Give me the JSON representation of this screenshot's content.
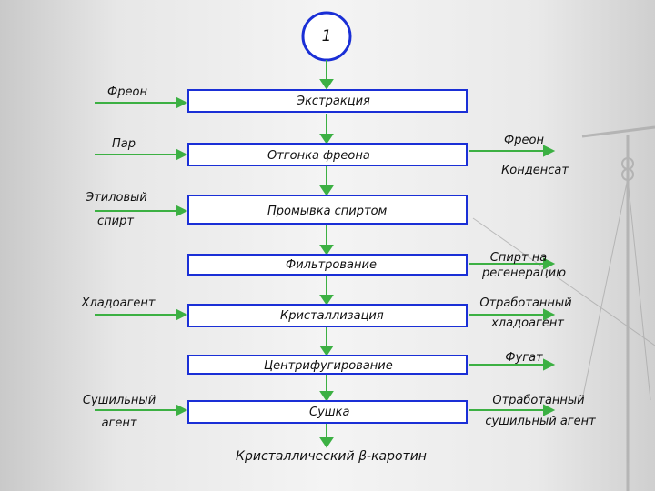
{
  "step_number": "1",
  "process_steps": [
    "Экстракция",
    "Отгонка фреона",
    "Промывка спиртом",
    "Фильтрование",
    "Кристаллизация",
    "Центрифугирование",
    "Сушка"
  ],
  "inputs": {
    "freon": "Фреон",
    "steam": "Пар",
    "ethyl_line1": "Этиловый",
    "ethyl_line2": "спирт",
    "coolant": "Хладоагент",
    "drying_line1": "Сушильный",
    "drying_line2": "агент"
  },
  "outputs": {
    "freon": "Фреон",
    "condensate": "Конденсат",
    "spirit_line1": "Спирт на",
    "spirit_line2": "регенерацию",
    "spent_coolant_line1": "Отработанный",
    "spent_coolant_line2": "хладоагент",
    "fugat": "Фугат",
    "spent_drying_line1": "Отработанный",
    "spent_drying_line2": "сушильный агент"
  },
  "product": "Кристаллический β-каротин",
  "colors": {
    "box_border": "#1a2fd6",
    "arrow": "#3cb043",
    "circle": "#1a2fd6"
  }
}
